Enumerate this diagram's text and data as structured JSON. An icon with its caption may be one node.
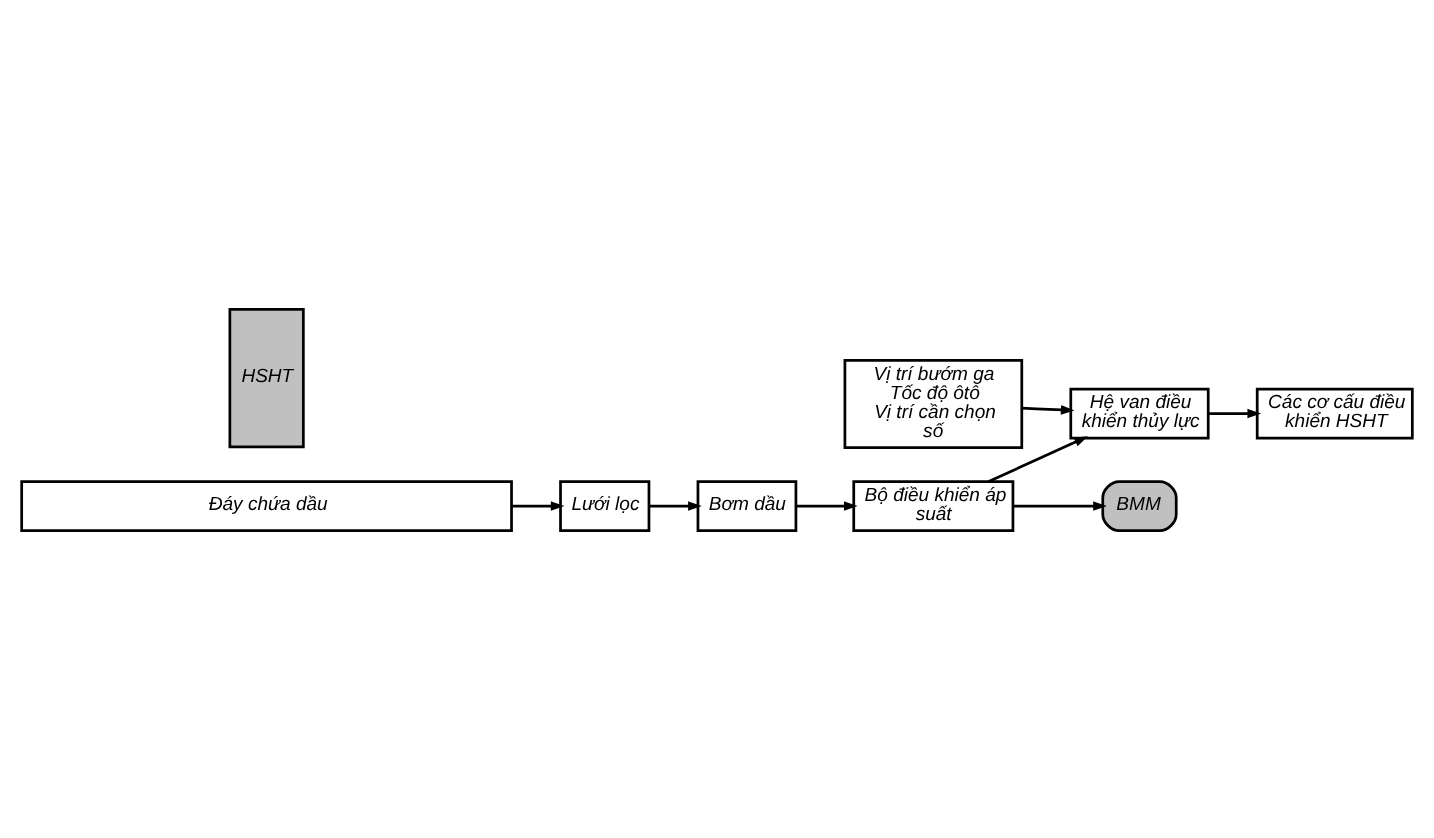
{
  "diagram": {
    "nodes": [
      {
        "text": [
          "Bơm dầu"
        ]
      },
      {
        "text": [
          "Bộ điều khiển áp suất"
        ]
      },
      {
        "text": [
          "BMM"
        ]
      },
      {
        "text": [
          "HSHT"
        ]
      },
      {
        "text": [
          "Các cơ cấu điều khiển HSHT"
        ]
      },
      {
        "text": [
          "Hệ van điều khiển thủy lực"
        ]
      },
      {
        "text": [
          "Lưới lọc"
        ]
      },
      {
        "text": [
          "Vị trí bướm ga",
          "Tốc độ ôtô",
          "Vị trí cần chọn số"
        ]
      },
      {
        "text": [
          "Đáy chứa dầu"
        ]
      }
    ],
    "edges": [
      {
        "from": 8,
        "to": 6,
        "arrow": "to"
      },
      {
        "from": 6,
        "to": 0,
        "arrow": "to"
      },
      {
        "from": 0,
        "to": 1,
        "arrow": "to"
      },
      {
        "from": 1,
        "to": 2,
        "arrow": "to"
      },
      {
        "from": 1,
        "to": 5,
        "arrow": "to"
      },
      {
        "from": 5,
        "to": 4,
        "arrow": "to"
      },
      {
        "from": 7,
        "to": 5,
        "arrow": "to"
      }
    ]
  }
}
